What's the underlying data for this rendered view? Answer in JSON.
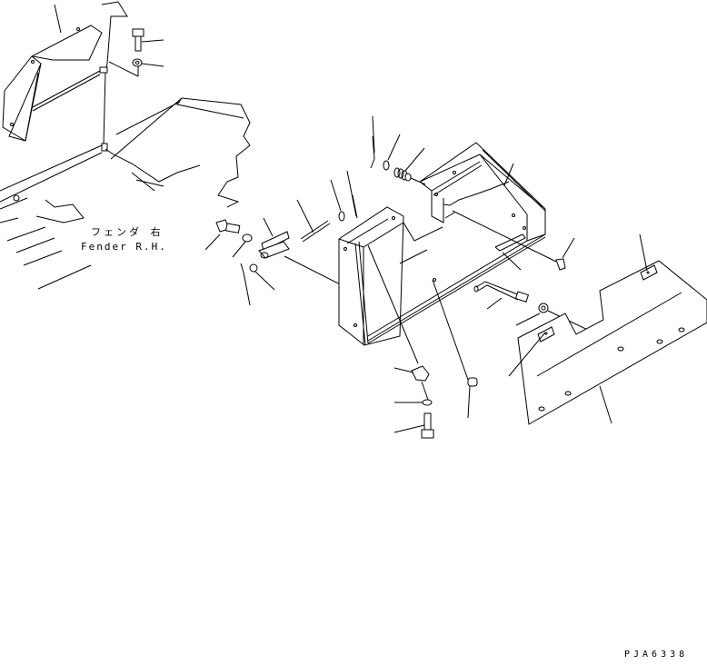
{
  "diagram": {
    "type": "exploded-parts-view",
    "labels": {
      "reference_jp": "フェンダ 右",
      "reference_en": "Fender R.H.",
      "drawing_code": "PJA6338"
    },
    "parts": [
      {
        "name": "fender-rh",
        "position": "top-left"
      },
      {
        "name": "bolt-top",
        "position": "top-left"
      },
      {
        "name": "washer-top",
        "position": "top-left"
      },
      {
        "name": "hinge-bolt",
        "position": "middle-left"
      },
      {
        "name": "hinge-washer",
        "position": "middle-left"
      },
      {
        "name": "hinge-bracket",
        "position": "middle"
      },
      {
        "name": "hinge-pin",
        "position": "middle"
      },
      {
        "name": "cotter-pin",
        "position": "middle"
      },
      {
        "name": "pin-washer",
        "position": "middle"
      },
      {
        "name": "spring",
        "position": "upper-middle"
      },
      {
        "name": "cover-frame",
        "position": "center"
      },
      {
        "name": "latch",
        "position": "right"
      },
      {
        "name": "handle-rod",
        "position": "right"
      },
      {
        "name": "nut",
        "position": "right"
      },
      {
        "name": "cover-plate",
        "position": "lower-right"
      },
      {
        "name": "stopper",
        "position": "lower-middle"
      },
      {
        "name": "bracket-bottom",
        "position": "lower-middle"
      },
      {
        "name": "washer-bottom",
        "position": "lower-middle"
      },
      {
        "name": "bolt-bottom",
        "position": "lower-middle"
      }
    ]
  }
}
